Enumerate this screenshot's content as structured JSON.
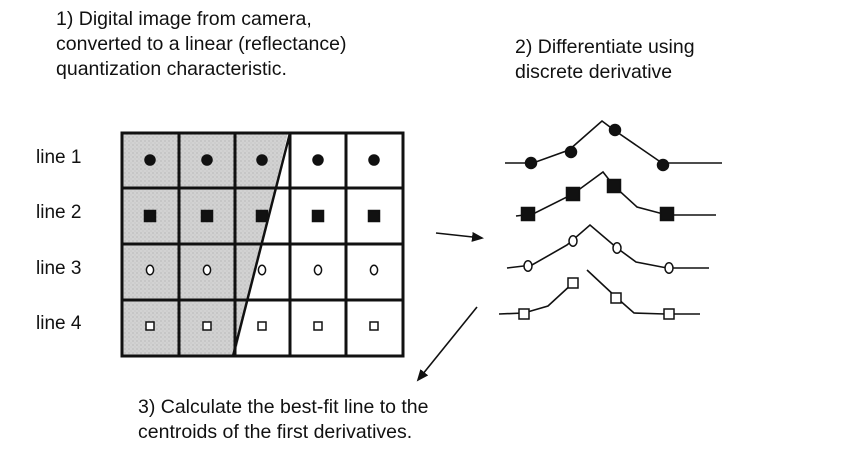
{
  "steps": {
    "step1": "1) Digital image from camera,\nconverted to a linear (reflectance)\nquantization characteristic.",
    "step2": "2) Differentiate using\ndiscrete derivative",
    "step3": "3) Calculate the best-fit line to the\ncentroids of the first derivatives."
  },
  "lines": [
    {
      "label": "line 1",
      "marker": "filled-circle"
    },
    {
      "label": "line 2",
      "marker": "filled-square"
    },
    {
      "label": "line 3",
      "marker": "open-circle"
    },
    {
      "label": "line 4",
      "marker": "open-square"
    }
  ],
  "grid": {
    "columns": 5,
    "rows": 4
  },
  "colors": {
    "shaded_pixel": "#cfcfcf",
    "ink": "#111111",
    "background": "#ffffff"
  }
}
